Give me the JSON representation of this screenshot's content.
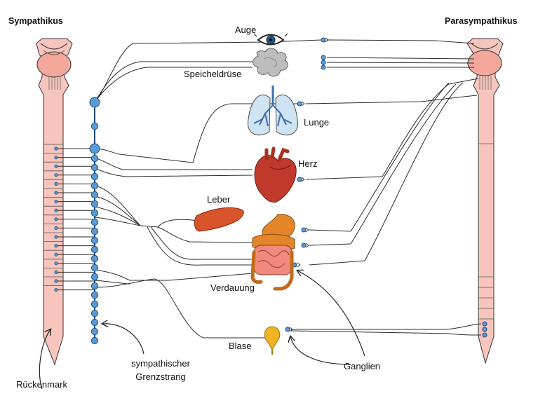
{
  "labels": {
    "sympathikus": "Sympathikus",
    "parasympathikus": "Parasympathikus",
    "auge": "Auge",
    "speicheldruese": "Speicheldrüse",
    "lunge": "Lunge",
    "herz": "Herz",
    "leber": "Leber",
    "verdauung": "Verdauung",
    "blase": "Blase",
    "ganglien": "Ganglien",
    "rueckenmark": "Rückenmark",
    "grenzstrang_line1": "sympathischer",
    "grenzstrang_line2": "Grenzstrang"
  },
  "colors": {
    "spine_fill": "#f7c5bd",
    "spine_stroke": "#333333",
    "brain_fill": "#f4a89c",
    "ganglion_fill": "#5b9bd5",
    "ganglion_stroke": "#1f4e79",
    "nerve": "#2b2b2b",
    "lung_fill": "#cfe3f2",
    "lung_vessel": "#3a6fb0",
    "heart": "#c0392b",
    "liver": "#d9542b",
    "stomach": "#e3862a",
    "intestine": "#f08a7e",
    "bladder": "#f0b323",
    "gland": "#b5b5b5",
    "eye_iris": "#1f5f8b"
  },
  "icons": {
    "eye": "eye-icon",
    "gland": "salivary-gland-icon",
    "lung": "lung-icon",
    "heart": "heart-icon",
    "liver": "liver-icon",
    "digestion": "digestive-tract-icon",
    "bladder": "bladder-icon"
  }
}
